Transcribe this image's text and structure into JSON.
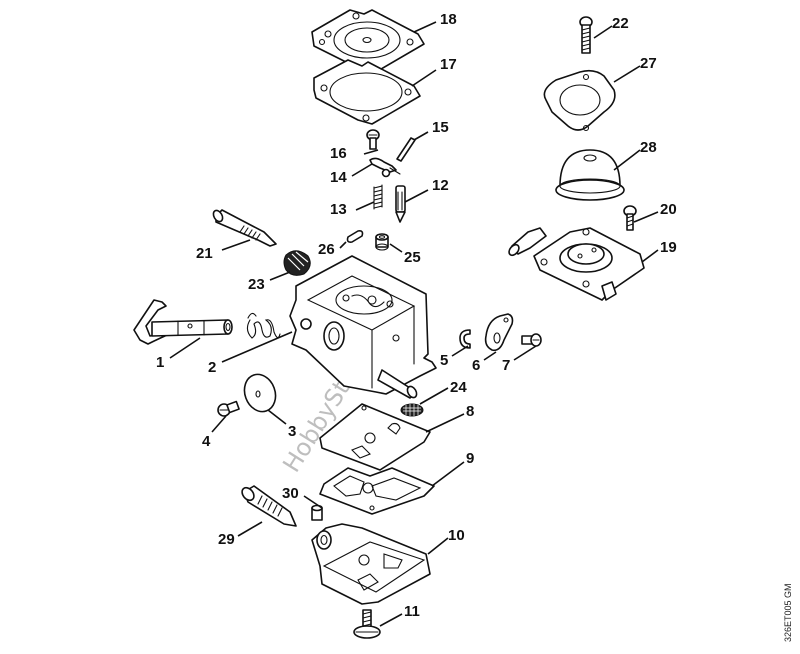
{
  "diagram": {
    "title": "Carburetor exploded parts diagram",
    "watermark": "HobbyStore.it",
    "reference_code": "326ET005 GM",
    "callouts": [
      {
        "number": "1",
        "part": "throttle-shaft"
      },
      {
        "number": "2",
        "part": "torsion-spring"
      },
      {
        "number": "3",
        "part": "choke-valve-plate"
      },
      {
        "number": "4",
        "part": "screw"
      },
      {
        "number": "5",
        "part": "e-clip"
      },
      {
        "number": "6",
        "part": "throttle-lever"
      },
      {
        "number": "7",
        "part": "screw"
      },
      {
        "number": "8",
        "part": "metering-gasket"
      },
      {
        "number": "9",
        "part": "pump-gasket"
      },
      {
        "number": "10",
        "part": "end-cover"
      },
      {
        "number": "11",
        "part": "screw"
      },
      {
        "number": "12",
        "part": "inlet-needle"
      },
      {
        "number": "13",
        "part": "spring"
      },
      {
        "number": "14",
        "part": "inlet-control-lever"
      },
      {
        "number": "15",
        "part": "pin"
      },
      {
        "number": "16",
        "part": "screw"
      },
      {
        "number": "17",
        "part": "gasket"
      },
      {
        "number": "18",
        "part": "metering-diaphragm"
      },
      {
        "number": "19",
        "part": "primer-pump-housing"
      },
      {
        "number": "20",
        "part": "screw"
      },
      {
        "number": "21",
        "part": "adjusting-screw"
      },
      {
        "number": "22",
        "part": "screw"
      },
      {
        "number": "23",
        "part": "spring"
      },
      {
        "number": "24",
        "part": "strainer"
      },
      {
        "number": "25",
        "part": "sleeve"
      },
      {
        "number": "26",
        "part": "plug"
      },
      {
        "number": "27",
        "part": "flange-gasket"
      },
      {
        "number": "28",
        "part": "primer-bulb"
      },
      {
        "number": "29",
        "part": "adjusting-screw"
      },
      {
        "number": "30",
        "part": "plug"
      }
    ]
  }
}
